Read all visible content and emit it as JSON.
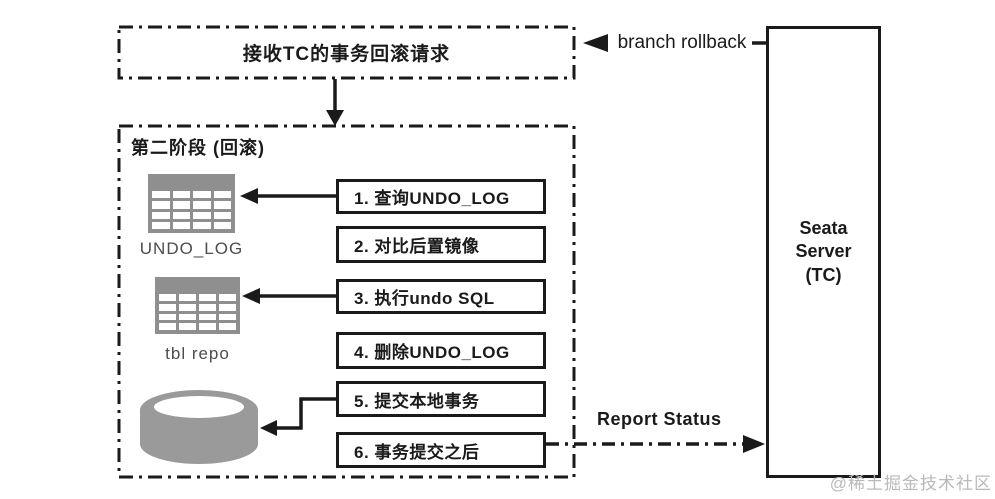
{
  "top_box": {
    "label": "接收TC的事务回滚请求"
  },
  "annotations": {
    "branch_rollback": "branch rollback",
    "report_status": "Report Status"
  },
  "phase_box": {
    "label": "第二阶段 (回滚)",
    "steps": [
      {
        "label": "1. 查询UNDO_LOG"
      },
      {
        "label": "2. 对比后置镜像"
      },
      {
        "label": "3. 执行undo SQL"
      },
      {
        "label": "4. 删除UNDO_LOG"
      },
      {
        "label": "5. 提交本地事务"
      },
      {
        "label": "6. 事务提交之后"
      }
    ],
    "tables": [
      {
        "label": "UNDO_LOG"
      },
      {
        "label": "tbl repo"
      }
    ]
  },
  "seata_server": {
    "lines": [
      "Seata",
      "Server",
      "(TC)"
    ]
  },
  "watermark": "@稀土掘金技术社区",
  "colors": {
    "line": "#1a1a1a",
    "icon_gray": "#8f8f8f",
    "watermark_gray": "#b9b9b9",
    "background": "#ffffff"
  }
}
